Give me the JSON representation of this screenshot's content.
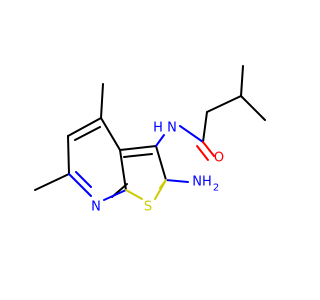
{
  "atoms": {
    "amide_n": "N",
    "amide_h": "H",
    "carbonyl_o": "O",
    "pyridine_n": "N",
    "sulfur": "S",
    "amino_n": "NH",
    "amino_h2": "2"
  },
  "colors": {
    "carbon": "#000000",
    "nitrogen": "#0000FF",
    "oxygen": "#FF0000",
    "sulfur": "#CCCC00"
  }
}
